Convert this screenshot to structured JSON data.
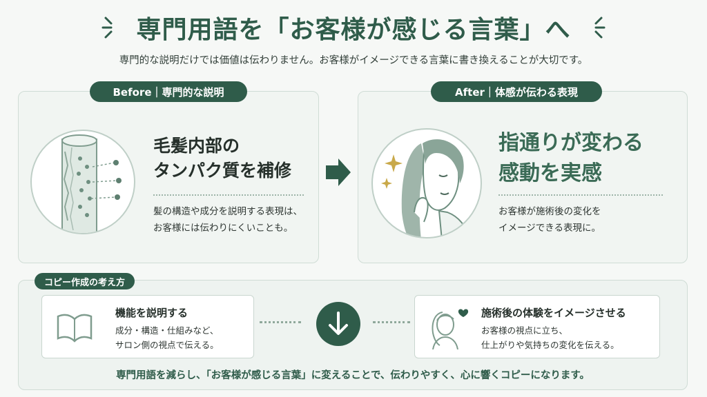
{
  "header": {
    "title": "専門用語を「お客様が感じる言葉」へ",
    "subtitle": "専門的な説明だけでは価値は伝わりません。お客様がイメージできる言葉に書き換えることが大切です。"
  },
  "before": {
    "label": "Before｜専門的な説明",
    "heading_line1": "毛髪内部の",
    "heading_line2": "タンパク質を補修",
    "desc_line1": "髪の構造や成分を説明する表現は、",
    "desc_line2": "お客様には伝わりにくいことも。",
    "illustration": "hair-structure-illustration"
  },
  "after": {
    "label": "After｜体感が伝わる表現",
    "heading_line1": "指通りが変わる",
    "heading_line2": "感動を実感",
    "desc_line1": "お客様が施術後の変化を",
    "desc_line2": "イメージできる表現に。",
    "illustration": "woman-touching-hair-illustration"
  },
  "process": {
    "tag": "コピー作成の考え方",
    "left_card": {
      "title": "機能を説明する",
      "desc_line1": "成分・構造・仕組みなど、",
      "desc_line2": "サロン側の視点で伝える。",
      "icon": "open-book-icon"
    },
    "right_card": {
      "title": "施術後の体験をイメージさせる",
      "desc_line1": "お客様の視点に立ち、",
      "desc_line2": "仕上がりや気持ちの変化を伝える。",
      "icon": "woman-heart-icon"
    },
    "center_icon": "down-arrow-icon"
  },
  "footer": {
    "text": "専門用語を減らし、「お客様が感じる言葉」に変えることで、伝わりやすく、心に響くコピーになります。"
  },
  "colors": {
    "primary": "#2f5c4a",
    "background": "#f6f8f6",
    "panel": "#f1f5f2",
    "accent_gold": "#c9a94a"
  }
}
